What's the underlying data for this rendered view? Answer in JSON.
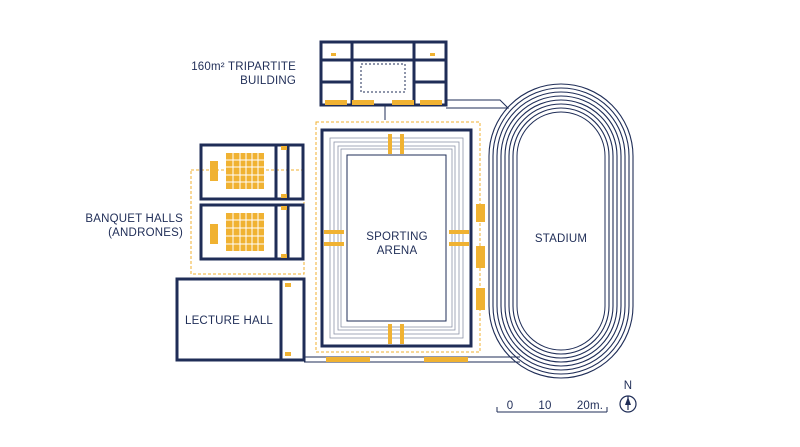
{
  "labels": {
    "tripartite_line1": "160m² TRIPARTITE",
    "tripartite_line2": "BUILDING",
    "banquet_line1": "BANQUET HALLS",
    "banquet_line2": "(ANDRONES)",
    "lecture": "LECTURE HALL",
    "arena_line1": "SPORTING",
    "arena_line2": "ARENA",
    "stadium": "STADIUM"
  },
  "scale_bar": {
    "tick0": "0",
    "tick1": "10",
    "tick2": "20m."
  },
  "compass": {
    "label": "N"
  },
  "colors": {
    "wall": "#1f2d57",
    "accent": "#f0b232",
    "background": "#ffffff"
  }
}
